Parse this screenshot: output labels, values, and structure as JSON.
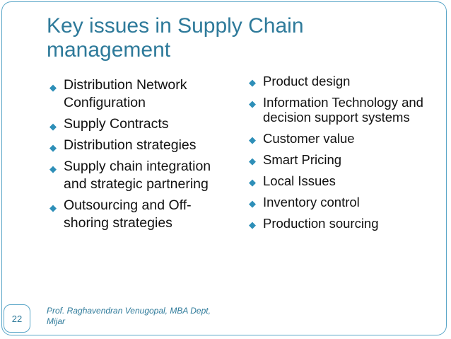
{
  "slide": {
    "title": "Key issues in Supply Chain management",
    "left_items": [
      "Distribution Network Configuration",
      "Supply Contracts",
      "Distribution strategies",
      "Supply chain integration and strategic partnering",
      "Outsourcing and Off-shoring strategies"
    ],
    "right_items": [
      "Product design",
      "Information Technology and decision support systems",
      "Customer value",
      "Smart Pricing",
      "Local  Issues",
      "Inventory control",
      "Production sourcing"
    ],
    "footer": "Prof. Raghavendran Venugopal, MBA Dept, Mijar",
    "page_number": "22",
    "bullet_glyph": "",
    "accent_color": "#2e7a9a"
  }
}
